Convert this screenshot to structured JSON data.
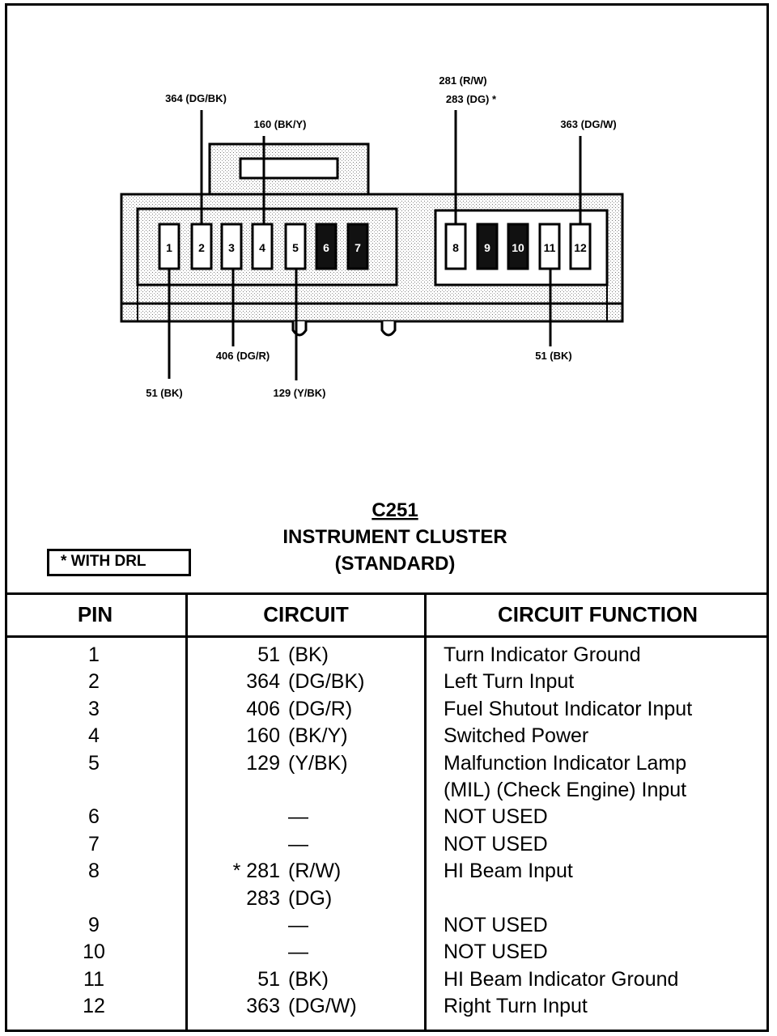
{
  "diagram": {
    "connector_id": "C251",
    "title_line1": "INSTRUMENT CLUSTER",
    "title_line2": "(STANDARD)",
    "note": "* WITH DRL",
    "pins": [
      "1",
      "2",
      "3",
      "4",
      "5",
      "6",
      "7",
      "8",
      "9",
      "10",
      "11",
      "12"
    ],
    "unused_pins": [
      "6",
      "7",
      "9",
      "10"
    ],
    "callouts": [
      {
        "label": "364 (DG/BK)",
        "pin": "2"
      },
      {
        "label": "160 (BK/Y)",
        "pin": "4"
      },
      {
        "label": "281 (R/W)",
        "pin": "8"
      },
      {
        "label": "283 (DG) *",
        "pin": "8"
      },
      {
        "label": "363 (DG/W)",
        "pin": "12"
      },
      {
        "label": "406 (DG/R)",
        "pin": "3"
      },
      {
        "label": "51 (BK)",
        "pin": "1"
      },
      {
        "label": "129 (Y/BK)",
        "pin": "5"
      },
      {
        "label": "51 (BK)",
        "pin": "11"
      }
    ]
  },
  "table": {
    "headers": {
      "pin": "PIN",
      "circuit": "CIRCUIT",
      "function": "CIRCUIT FUNCTION"
    },
    "rows": [
      {
        "pin": "1",
        "num": "51",
        "code": "(BK)",
        "function": "Turn Indicator Ground"
      },
      {
        "pin": "2",
        "num": "364",
        "code": "(DG/BK)",
        "function": "Left Turn Input"
      },
      {
        "pin": "3",
        "num": "406",
        "code": "(DG/R)",
        "function": "Fuel Shutout Indicator Input"
      },
      {
        "pin": "4",
        "num": "160",
        "code": "(BK/Y)",
        "function": "Switched Power"
      },
      {
        "pin": "5",
        "num": "129",
        "code": "(Y/BK)",
        "function": "Malfunction Indicator Lamp"
      },
      {
        "pin": "",
        "num": "",
        "code": "",
        "function": "(MIL) (Check Engine) Input"
      },
      {
        "pin": "6",
        "num": "",
        "code": "—",
        "function": "NOT USED"
      },
      {
        "pin": "7",
        "num": "",
        "code": "—",
        "function": "NOT USED"
      },
      {
        "pin": "8",
        "num": "* 281",
        "code": "(R/W)",
        "function": "HI Beam Input"
      },
      {
        "pin": "",
        "num": "283",
        "code": "(DG)",
        "function": ""
      },
      {
        "pin": "9",
        "num": "",
        "code": "—",
        "function": "NOT USED"
      },
      {
        "pin": "10",
        "num": "",
        "code": "—",
        "function": "NOT USED"
      },
      {
        "pin": "11",
        "num": "51",
        "code": "(BK)",
        "function": "HI Beam Indicator Ground"
      },
      {
        "pin": "12",
        "num": "363",
        "code": "(DG/W)",
        "function": "Right Turn Input"
      }
    ]
  }
}
